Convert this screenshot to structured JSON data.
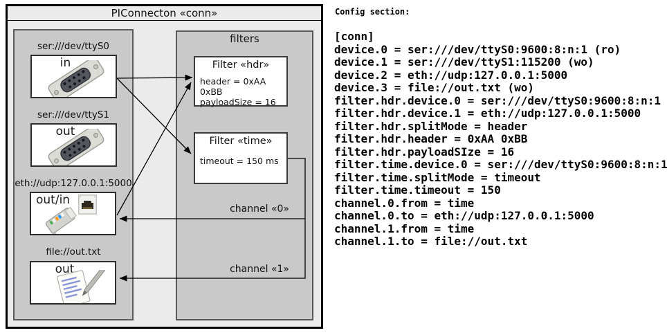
{
  "diagram": {
    "title": "PIConnecton «conn»",
    "devices": [
      {
        "label": "ser:///dev/ttyS0",
        "direction": "in",
        "icon": "serial-connector-photo"
      },
      {
        "label": "ser:///dev/ttyS1",
        "direction": "out",
        "icon": "serial-connector-photo"
      },
      {
        "label": "eth://udp:127.0.0.1:5000",
        "direction": "out/in",
        "icon": "ethernet-connector-photo"
      },
      {
        "label": "file://out.txt",
        "direction": "out",
        "icon": "notepad-photo"
      }
    ],
    "filters_title": "filters",
    "filters": [
      {
        "title": "Filter «hdr»",
        "properties": [
          "header = 0xAA 0xBB",
          "payloadSize = 16"
        ]
      },
      {
        "title": "Filter «time»",
        "properties": [
          "timeout = 150 ms"
        ]
      }
    ],
    "channels": [
      {
        "label": "channel «0»"
      },
      {
        "label": "channel «1»"
      }
    ]
  },
  "config": {
    "heading": "Config section:",
    "lines": [
      "[conn]",
      "device.0 = ser:///dev/ttyS0:9600:8:n:1 (ro)",
      "device.1 = ser:///dev/ttyS1:115200 (wo)",
      "device.2 = eth://udp:127.0.0.1:5000",
      "device.3 = file://out.txt (wo)",
      "filter.hdr.device.0 = ser:///dev/ttyS0:9600:8:n:1",
      "filter.hdr.device.1 = eth://udp:127.0.0.1:5000",
      "filter.hdr.splitMode = header",
      "filter.hdr.header = 0xAA 0xBB",
      "filter.hdr.payloadSIze = 16",
      "filter.time.device.0 = ser:///dev/ttyS0:9600:8:n:1",
      "filter.time.splitMode = timeout",
      "filter.time.timeout = 150",
      "channel.0.from = time",
      "channel.0.to = eth://udp:127.0.0.1:5000",
      "channel.1.from = time",
      "channel.1.to = file://out.txt"
    ]
  },
  "colors": {
    "outer_fill": "#ebebeb",
    "group_fill": "#c9c9c9",
    "box_fill": "#ffffff",
    "line": "#000000"
  }
}
